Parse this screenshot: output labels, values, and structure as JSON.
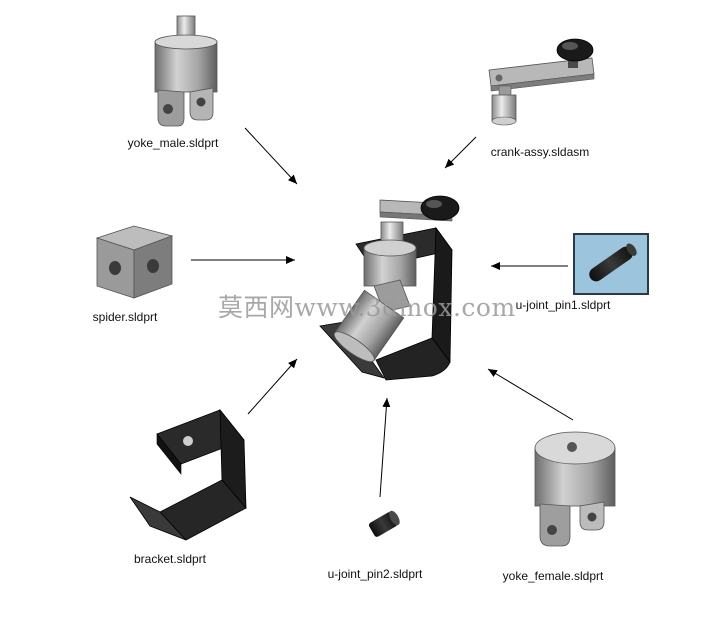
{
  "diagram": {
    "parts": [
      {
        "id": "yoke_male",
        "label": "yoke_male.sldprt"
      },
      {
        "id": "crank",
        "label": "crank-assy.sldasm"
      },
      {
        "id": "spider",
        "label": "spider.sldprt"
      },
      {
        "id": "pin1",
        "label": "u-joint_pin1.sldprt"
      },
      {
        "id": "bracket",
        "label": "bracket.sldprt"
      },
      {
        "id": "pin2",
        "label": "u-joint_pin2.sldprt"
      },
      {
        "id": "yoke_female",
        "label": "yoke_female.sldprt"
      }
    ],
    "watermark": "莫西网www.3dmox.com",
    "colors": {
      "background": "#ffffff",
      "part_gray": "#a8a8a8",
      "part_dark": "#1e1e1e",
      "pin1_bg": "#9cc4dc",
      "arrow": "#000000"
    }
  }
}
